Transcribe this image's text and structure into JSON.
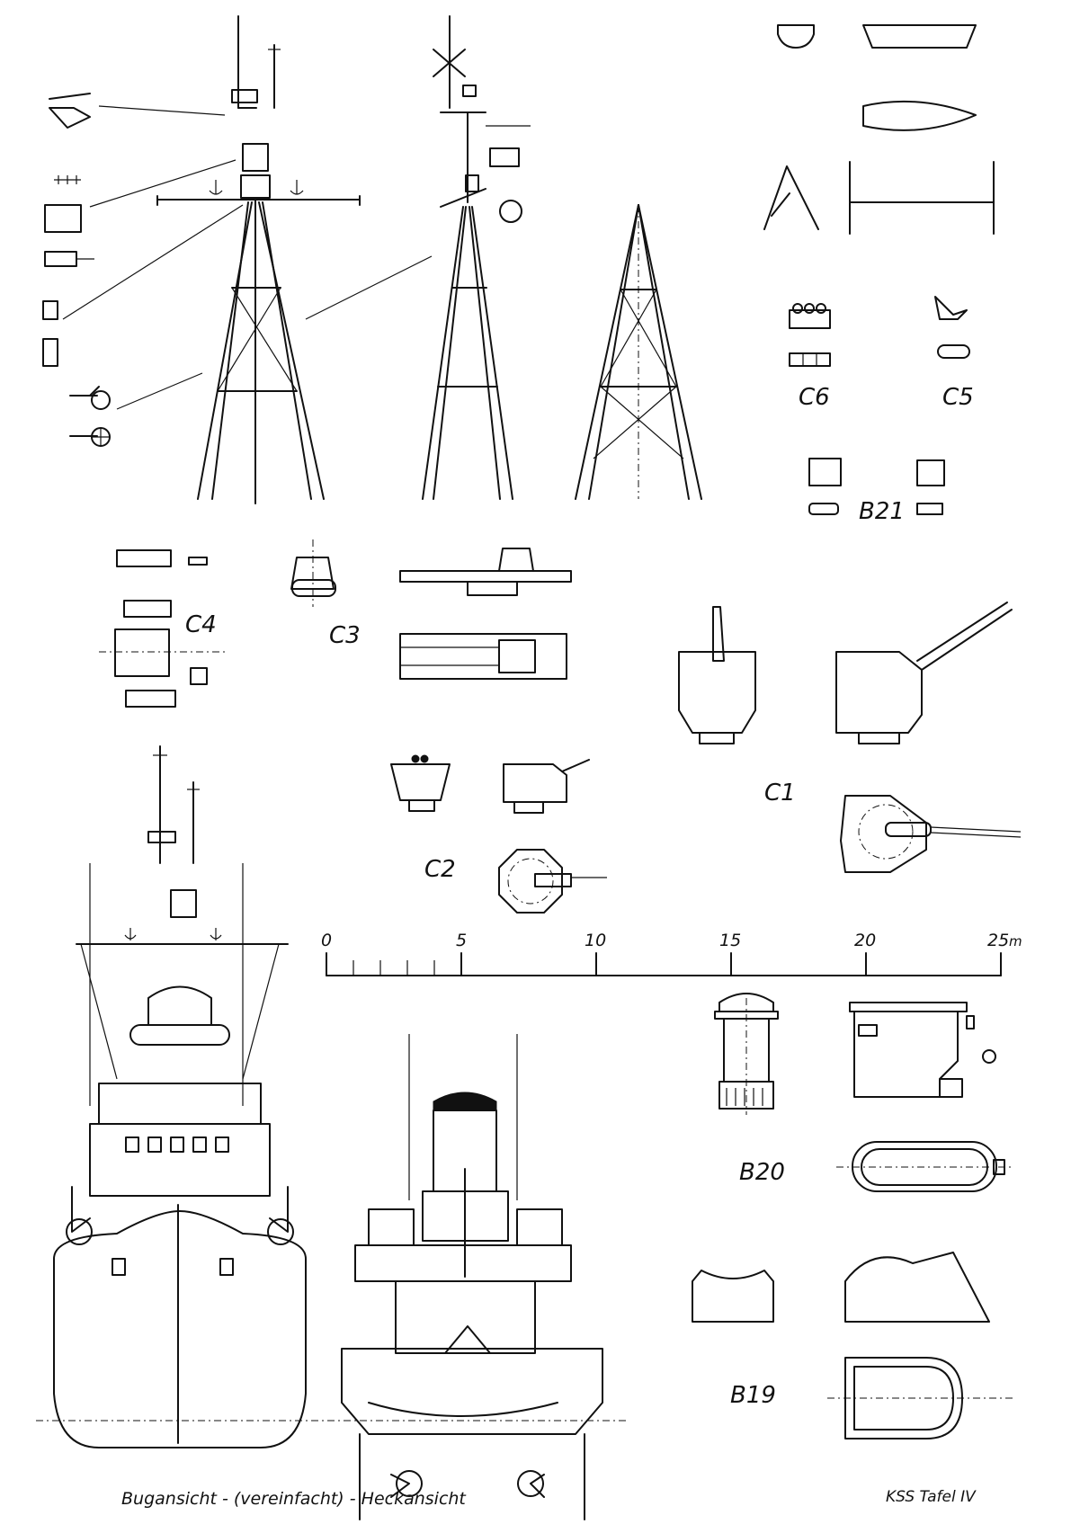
{
  "sheet": {
    "plate_label": "KSS Tafel IV",
    "caption": "Bugansicht - (vereinfacht) - Heckansicht"
  },
  "labels": {
    "c6": "C6",
    "c5": "C5",
    "b21": "B21",
    "c4": "C4",
    "c3": "C3",
    "c2": "C2",
    "c1": "C1",
    "b20": "B20",
    "b19": "B19"
  },
  "scale_bar": {
    "ticks": [
      "0",
      "5",
      "10",
      "15",
      "20",
      "25"
    ],
    "unit": "m"
  }
}
